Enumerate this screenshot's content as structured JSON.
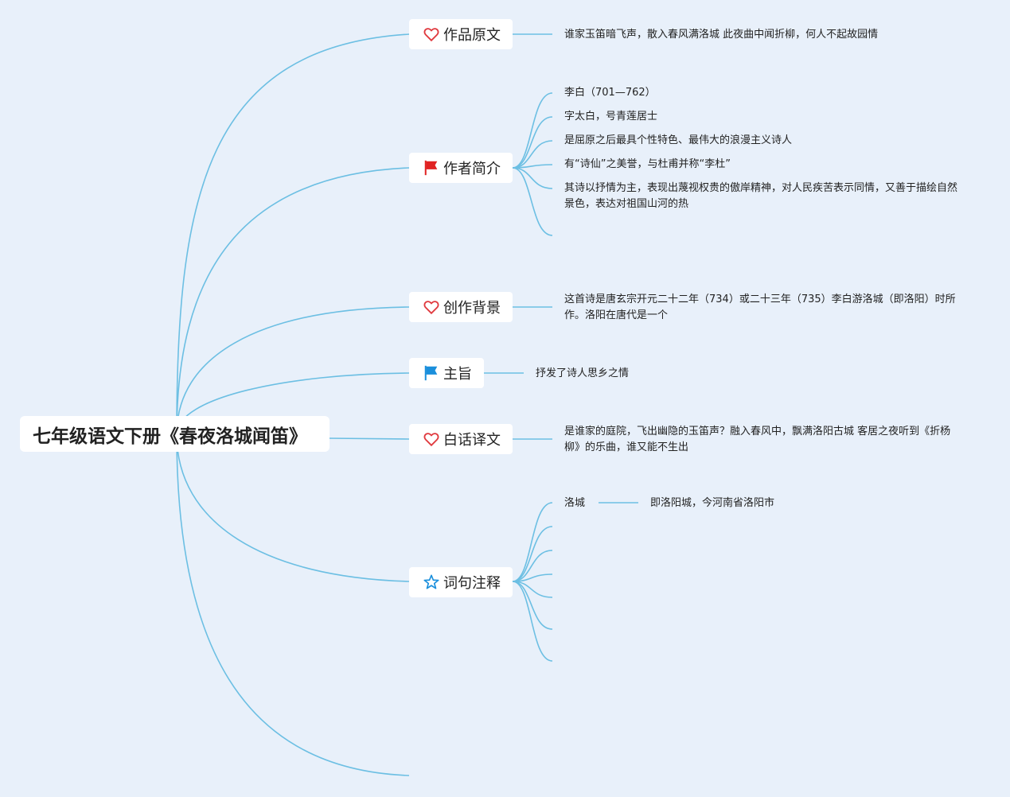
{
  "root": {
    "title": "七年级语文下册《春夜洛城闻笛》"
  },
  "branches": [
    {
      "label": "作品原文",
      "icon": "heart-icon",
      "leaves": [
        "谁家玉笛暗飞声，散入春风满洛城 此夜曲中闻折柳，何人不起故园情"
      ]
    },
    {
      "label": "作者简介",
      "icon": "red-flag-icon",
      "leaves": [
        "李白（701—762）",
        "字太白，号青莲居士",
        "是屈原之后最具个性特色、最伟大的浪漫主义诗人",
        "有“诗仙”之美誉，与杜甫并称“李杜”",
        "其诗以抒情为主，表现出蔑视权贵的傲岸精神，对人民疾苦表示同情，又善于描绘自然景色，表达对祖国山河的热"
      ]
    },
    {
      "label": "创作背景",
      "icon": "heart-icon",
      "leaves": [
        "这首诗是唐玄宗开元二十二年（734）或二十三年（735）李白游洛城（即洛阳）时所作。洛阳在唐代是一个"
      ]
    },
    {
      "label": "主旨",
      "icon": "blue-flag-icon",
      "leaves": [
        "抒发了诗人思乡之情"
      ]
    },
    {
      "label": "白话译文",
      "icon": "heart-icon",
      "leaves": [
        "是谁家的庭院，飞出幽隐的玉笛声？融入春风中，飘满洛阳古城 客居之夜听到《折杨柳》的乐曲，谁又能不生出"
      ]
    },
    {
      "label": "词句注释",
      "icon": "star-icon",
      "leaves": [
        "洛城"
      ],
      "subleaf": "即洛阳城，今河南省洛阳市"
    }
  ],
  "colors": {
    "line": "#6cbfe3",
    "background": "#e8f0fa",
    "heart": "#e0393e",
    "red_flag": "#e02222",
    "blue_flag": "#1a8fdc",
    "star": "#1a8fdc"
  }
}
